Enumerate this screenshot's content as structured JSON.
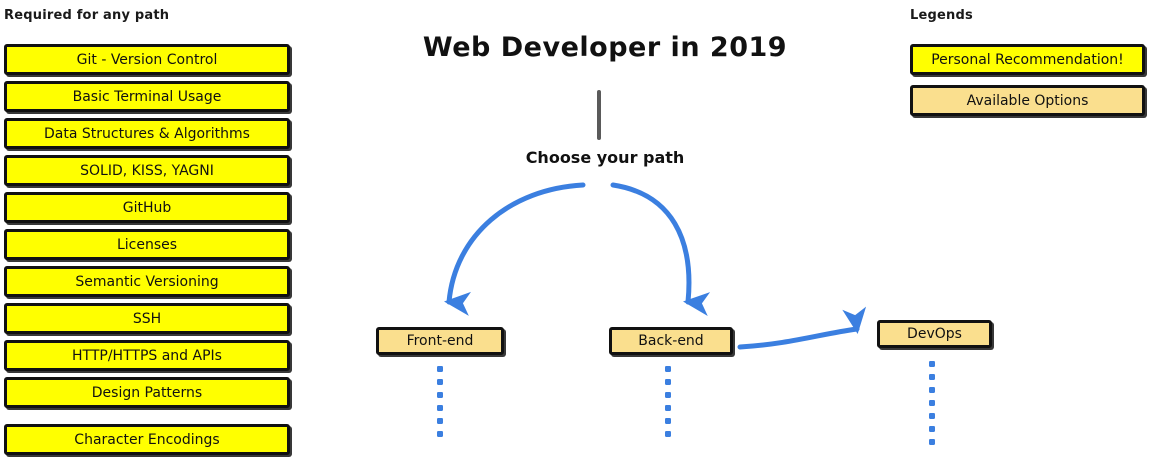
{
  "page": {
    "title": "Web Developer in 2019",
    "choose_path_label": "Choose your path",
    "background_color": "#ffffff"
  },
  "colors": {
    "recommended_fill": "#ffff00",
    "option_fill": "#fadf8e",
    "border": "#111111",
    "arrow_blue": "#3b7fe0",
    "stem_gray": "#5a5a5a"
  },
  "required_section": {
    "heading": "Required for any path",
    "items": [
      {
        "label": "Git - Version Control",
        "style": "recommended"
      },
      {
        "label": "Basic Terminal Usage",
        "style": "recommended"
      },
      {
        "label": "Data Structures & Algorithms",
        "style": "recommended"
      },
      {
        "label": "SOLID, KISS, YAGNI",
        "style": "recommended"
      },
      {
        "label": "GitHub",
        "style": "recommended"
      },
      {
        "label": "Licenses",
        "style": "recommended"
      },
      {
        "label": "Semantic Versioning",
        "style": "recommended"
      },
      {
        "label": "SSH",
        "style": "recommended"
      },
      {
        "label": "HTTP/HTTPS and APIs",
        "style": "recommended"
      },
      {
        "label": "Design Patterns",
        "style": "recommended"
      },
      {
        "label": "Character Encodings",
        "style": "recommended"
      }
    ]
  },
  "legends_section": {
    "heading": "Legends",
    "items": [
      {
        "label": "Personal Recommendation!",
        "style": "recommended"
      },
      {
        "label": "Available Options",
        "style": "option"
      }
    ]
  },
  "paths": [
    {
      "label": "Front-end",
      "style": "option",
      "dots": 6
    },
    {
      "label": "Back-end",
      "style": "option",
      "dots": 6
    },
    {
      "label": "DevOps",
      "style": "option",
      "dots": 7
    }
  ]
}
